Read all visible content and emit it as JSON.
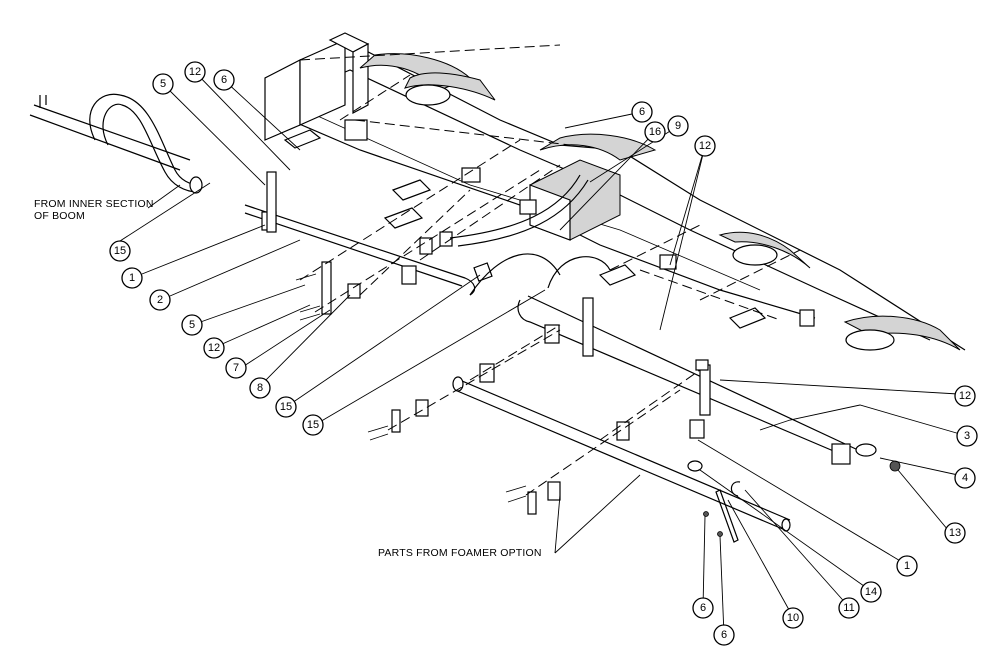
{
  "notes": {
    "inner_section_line1": "FROM INNER SECTION",
    "inner_section_line2": "OF BOOM",
    "foamer_parts": "PARTS FROM FOAMER OPTION"
  },
  "callouts": [
    "5",
    "12",
    "6",
    "6",
    "16",
    "9",
    "12",
    "15",
    "1",
    "2",
    "5",
    "12",
    "7",
    "8",
    "15",
    "15",
    "12",
    "3",
    "4",
    "13",
    "1",
    "14",
    "11",
    "10",
    "6",
    "6"
  ]
}
